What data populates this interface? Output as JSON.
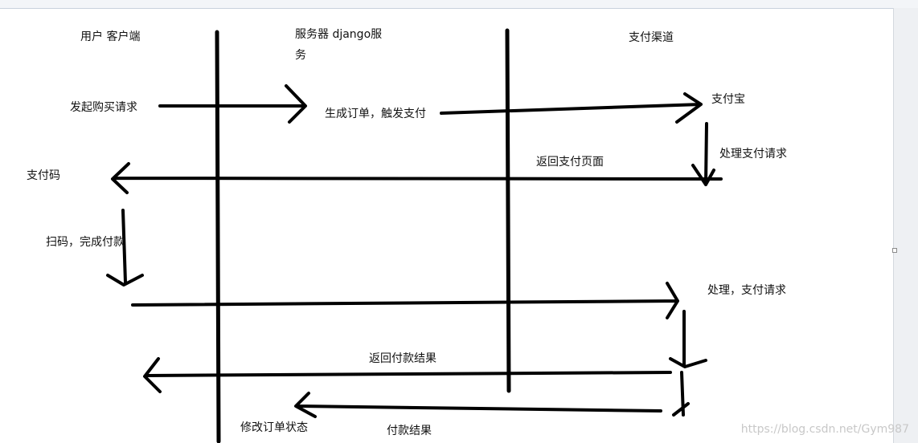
{
  "lanes": {
    "client": "用户  客户端",
    "server_line1": "服务器    django服",
    "server_line2": "务",
    "channel": "支付渠道"
  },
  "labels": {
    "initiate": "发起购买请求",
    "create_order": "生成订单，触发支付",
    "alipay": "支付宝",
    "process_request": "处理支付请求",
    "return_page": "返回支付页面",
    "pay_code": "支付码",
    "scan_pay": "扫码，完成付款",
    "process2": "处理，支付请求",
    "return_result": "返回付款结果",
    "update_order": "修改订单状态",
    "pay_result": "付款结果"
  },
  "watermark": "https://blog.csdn.net/Gym987",
  "colors": {
    "ink": "#000000",
    "text": "#111111",
    "watermark": "#c8c8c8"
  }
}
